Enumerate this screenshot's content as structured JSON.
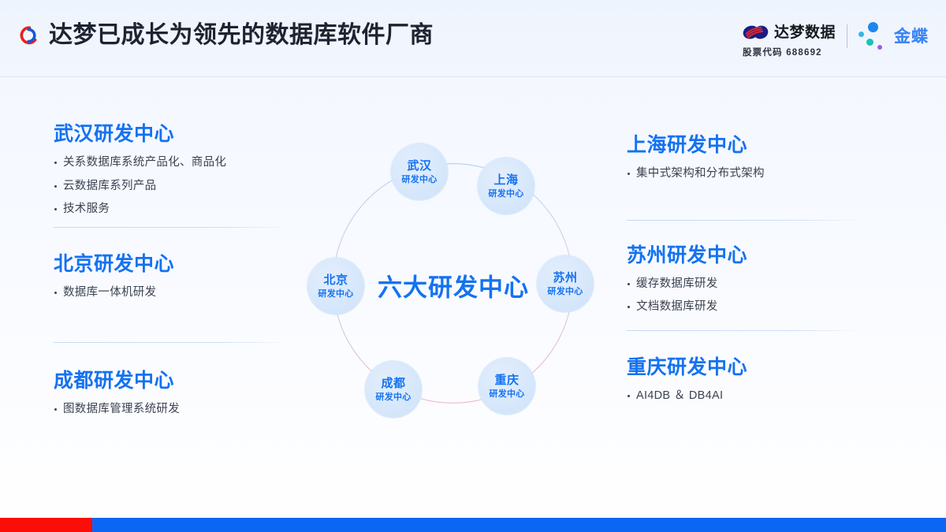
{
  "header": {
    "title": "达梦已成长为领先的数据库软件厂商",
    "brand_icon": "dm-circular-arrows-icon",
    "logos": {
      "dm": {
        "icon": "dm-swoosh-icon",
        "name": "达梦数据",
        "stock_label": "股票代码",
        "stock_code": "688692"
      },
      "kingdee": {
        "icon": "kingdee-dots-icon",
        "name": "金蝶"
      }
    }
  },
  "center": {
    "hub_label": "六大研发中心",
    "nodes": [
      {
        "city": "武汉",
        "sub": "研发中心"
      },
      {
        "city": "上海",
        "sub": "研发中心"
      },
      {
        "city": "苏州",
        "sub": "研发中心"
      },
      {
        "city": "重庆",
        "sub": "研发中心"
      },
      {
        "city": "成都",
        "sub": "研发中心"
      },
      {
        "city": "北京",
        "sub": "研发中心"
      }
    ]
  },
  "left_column": [
    {
      "title": "武汉研发中心",
      "items": [
        "关系数据库系统产品化、商品化",
        "云数据库系列产品",
        "技术服务"
      ]
    },
    {
      "title": "北京研发中心",
      "items": [
        "数据库一体机研发"
      ]
    },
    {
      "title": "成都研发中心",
      "items": [
        "图数据库管理系统研发"
      ]
    }
  ],
  "right_column": [
    {
      "title": "上海研发中心",
      "items": [
        "集中式架构和分布式架构"
      ]
    },
    {
      "title": "苏州研发中心",
      "items": [
        "缓存数据库研发",
        "文档数据库研发"
      ]
    },
    {
      "title": "重庆研发中心",
      "items": [
        "AI4DB ＆ DB4AI"
      ]
    }
  ],
  "colors": {
    "accent_blue": "#1472f0",
    "title_dark": "#1d2330",
    "footer_red": "#fb0d08",
    "footer_blue": "#0b67f2",
    "node_fill": "#d6e7fb"
  }
}
